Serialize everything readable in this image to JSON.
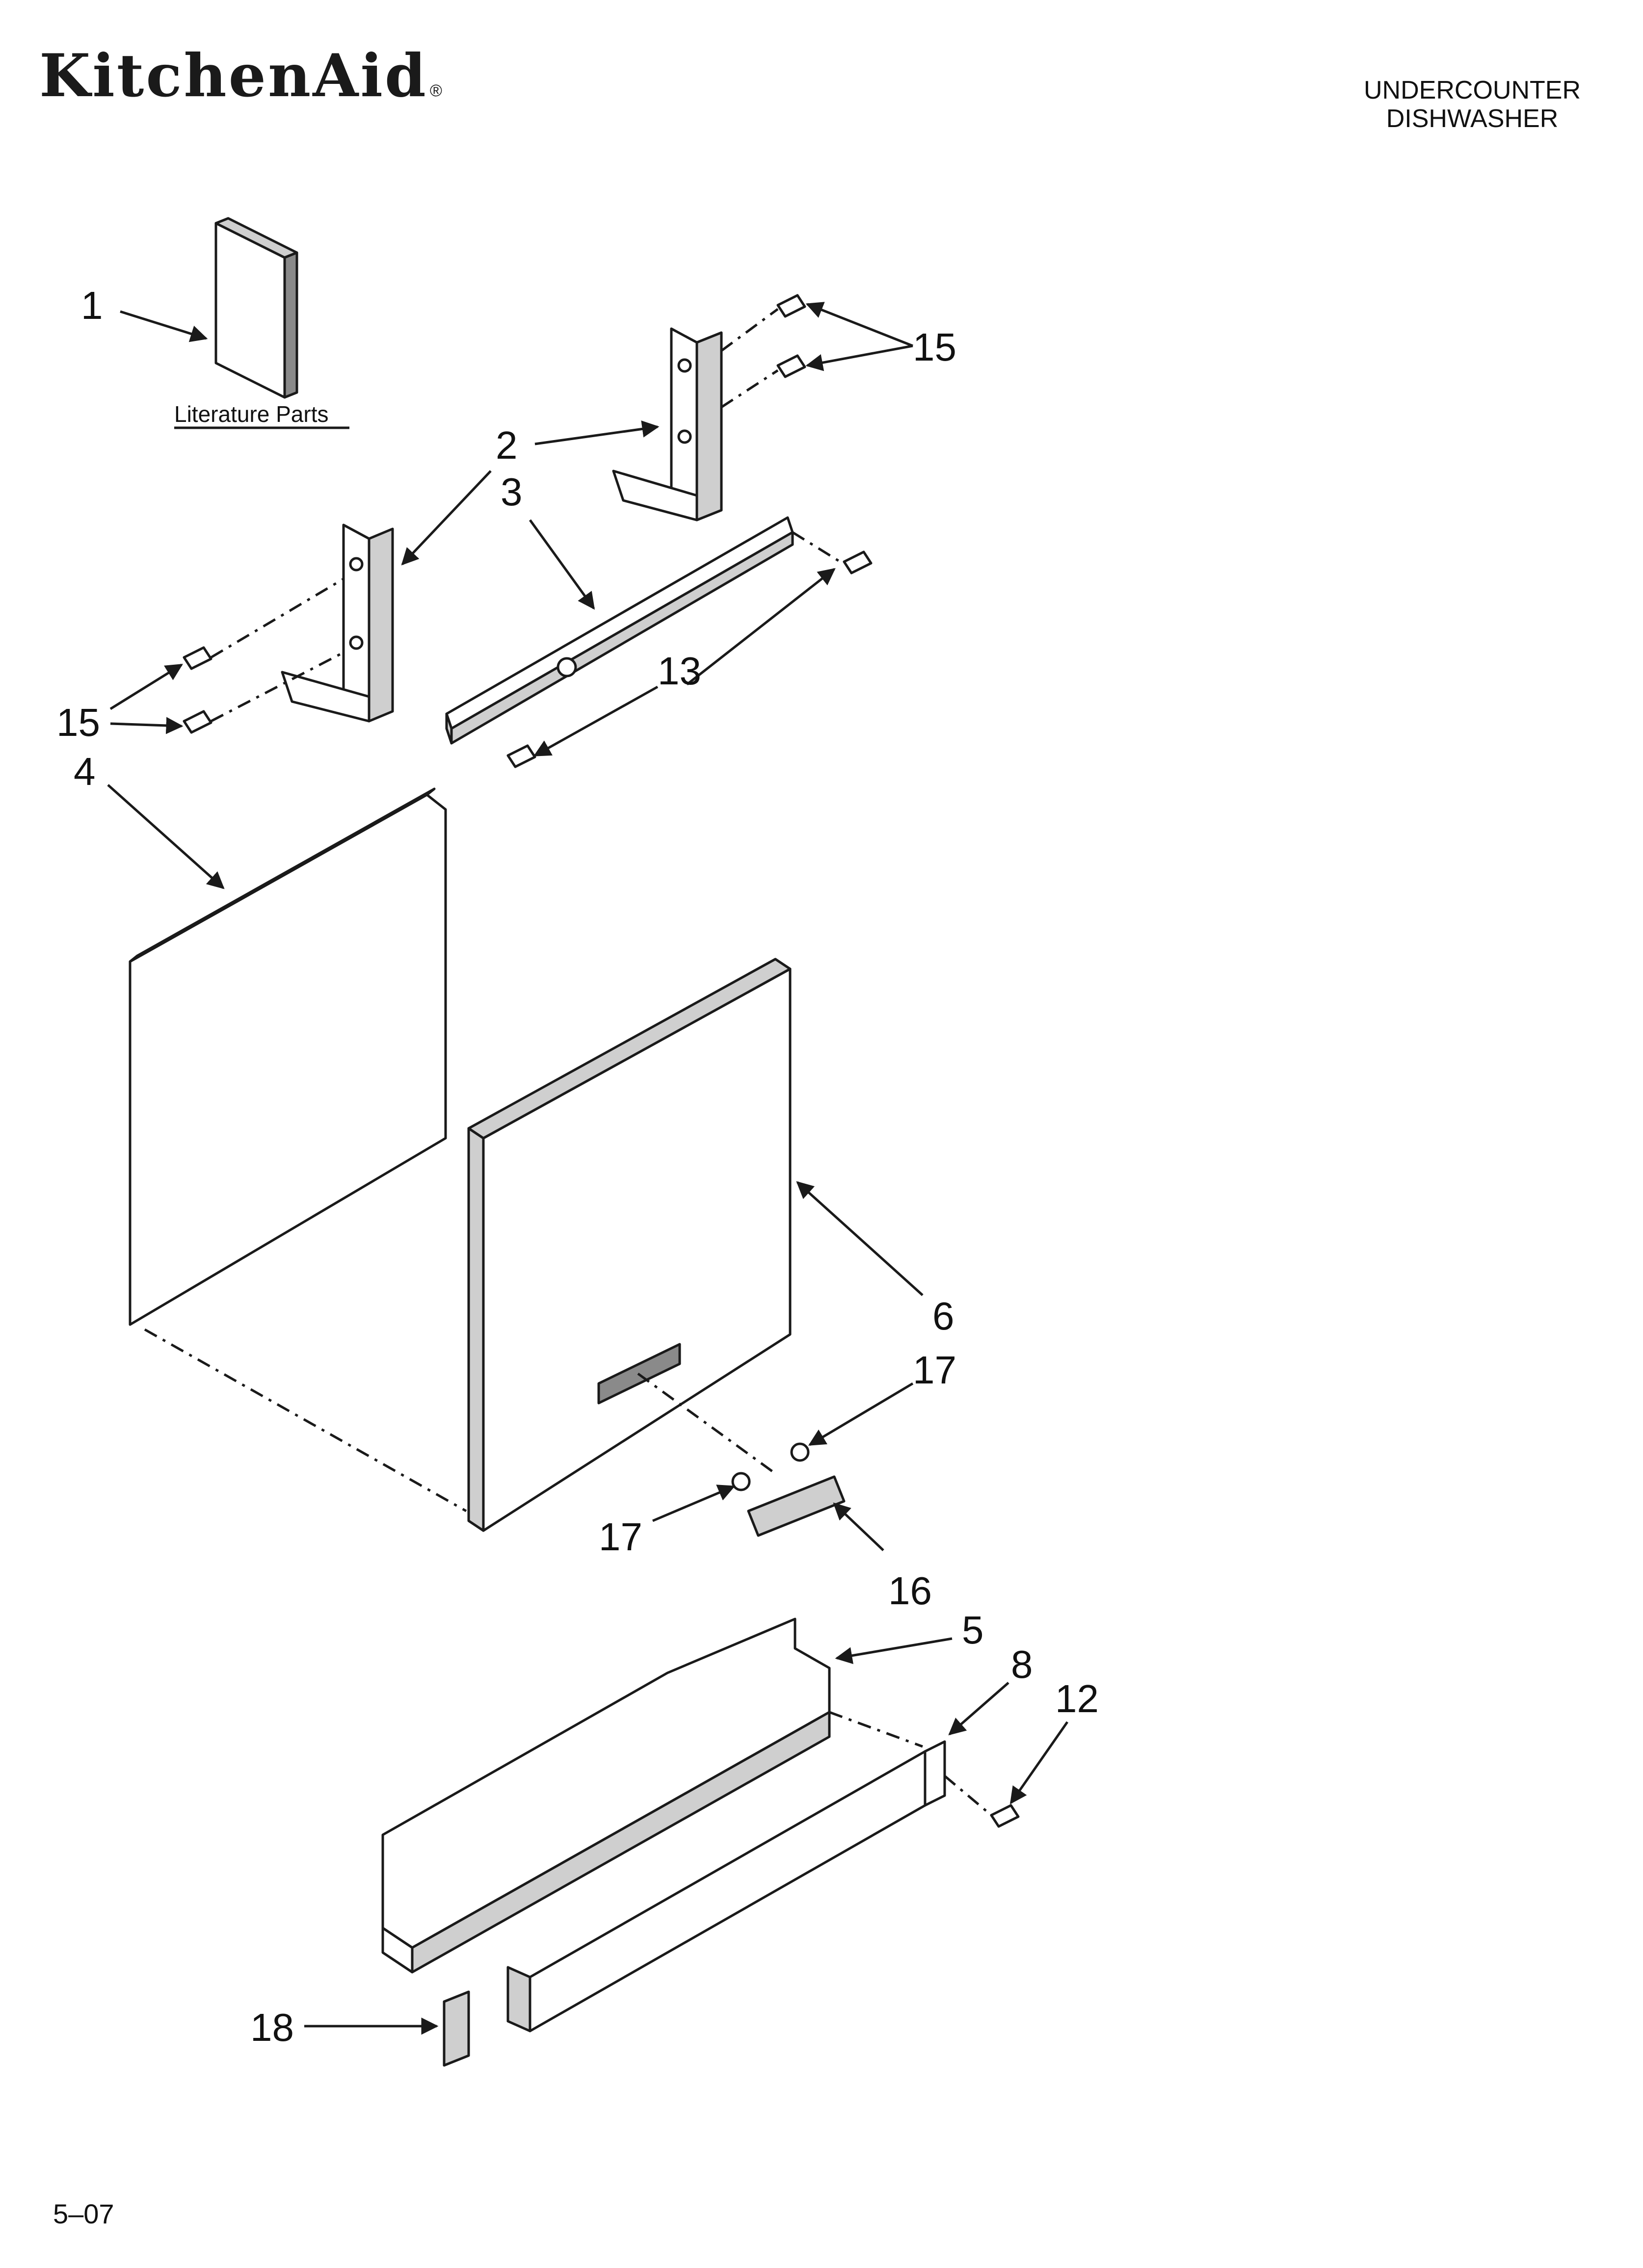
{
  "header": {
    "brand": "KitchenAid",
    "brand_mark": "®",
    "product_line1": "UNDERCOUNTER",
    "product_line2": "DISHWASHER"
  },
  "diagram": {
    "literature_label": "Literature Parts",
    "callouts": {
      "c1": "1",
      "c2": "2",
      "c3": "3",
      "c4": "4",
      "c5": "5",
      "c6": "6",
      "c8": "8",
      "c12": "12",
      "c13": "13",
      "c15a": "15",
      "c15b": "15",
      "c16": "16",
      "c17a": "17",
      "c17b": "17",
      "c18": "18"
    }
  },
  "footer": {
    "code": "5–07"
  }
}
